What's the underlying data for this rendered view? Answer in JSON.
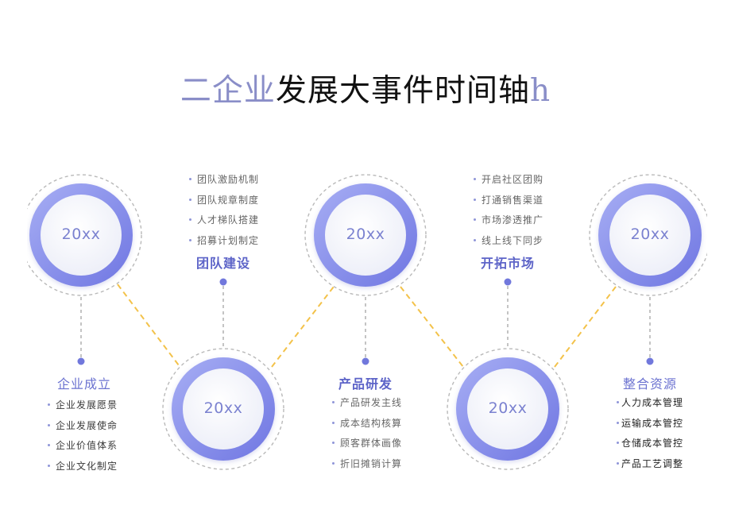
{
  "title": {
    "part1": "二企业",
    "part2": "发展大事件时间轴",
    "part3": "h"
  },
  "events": [
    {
      "year": "20xx",
      "heading": "企业成立",
      "items": [
        "企业发展愿景",
        "企业发展使命",
        "企业价值体系",
        "企业文化制定"
      ]
    },
    {
      "year": "20xx",
      "heading": "团队建设",
      "items": [
        "团队激励机制",
        "团队规章制度",
        "人才梯队搭建",
        "招募计划制定"
      ]
    },
    {
      "year": "20xx",
      "heading": "产品研发",
      "items": [
        "产品研发主线",
        "成本结构核算",
        "顾客群体画像",
        "折旧摊销计算"
      ]
    },
    {
      "year": "20xx",
      "heading": "开拓市场",
      "items": [
        "开启社区团购",
        "打通销售渠道",
        "市场渗透推广",
        "线上线下同步"
      ]
    },
    {
      "year": "20xx",
      "heading": "整合资源",
      "items": [
        "人力成本管理",
        "运输成本管控",
        "仓储成本管控",
        "产品工艺调整"
      ]
    }
  ],
  "colors": {
    "ring": "#8289e6",
    "accent": "#5d64c8",
    "connector": "#f3c24a",
    "dashed": "#b5b5b5"
  }
}
